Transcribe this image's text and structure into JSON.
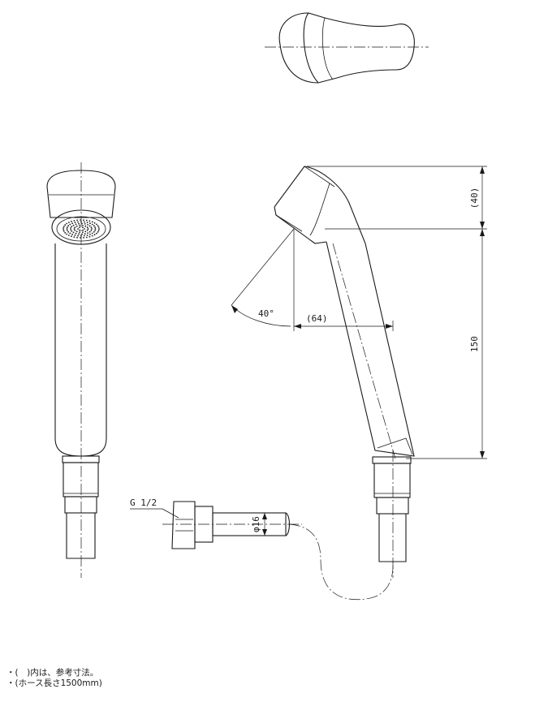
{
  "dimensions": {
    "head_length": "(40)",
    "handle_length": "150",
    "offset": "(64)",
    "angle": "40°",
    "hose_diameter": "φ16",
    "thread": "G 1/2"
  },
  "notes": [
    "・(　)内は、参考寸法。",
    "・(ホース長さ1500mm)"
  ]
}
